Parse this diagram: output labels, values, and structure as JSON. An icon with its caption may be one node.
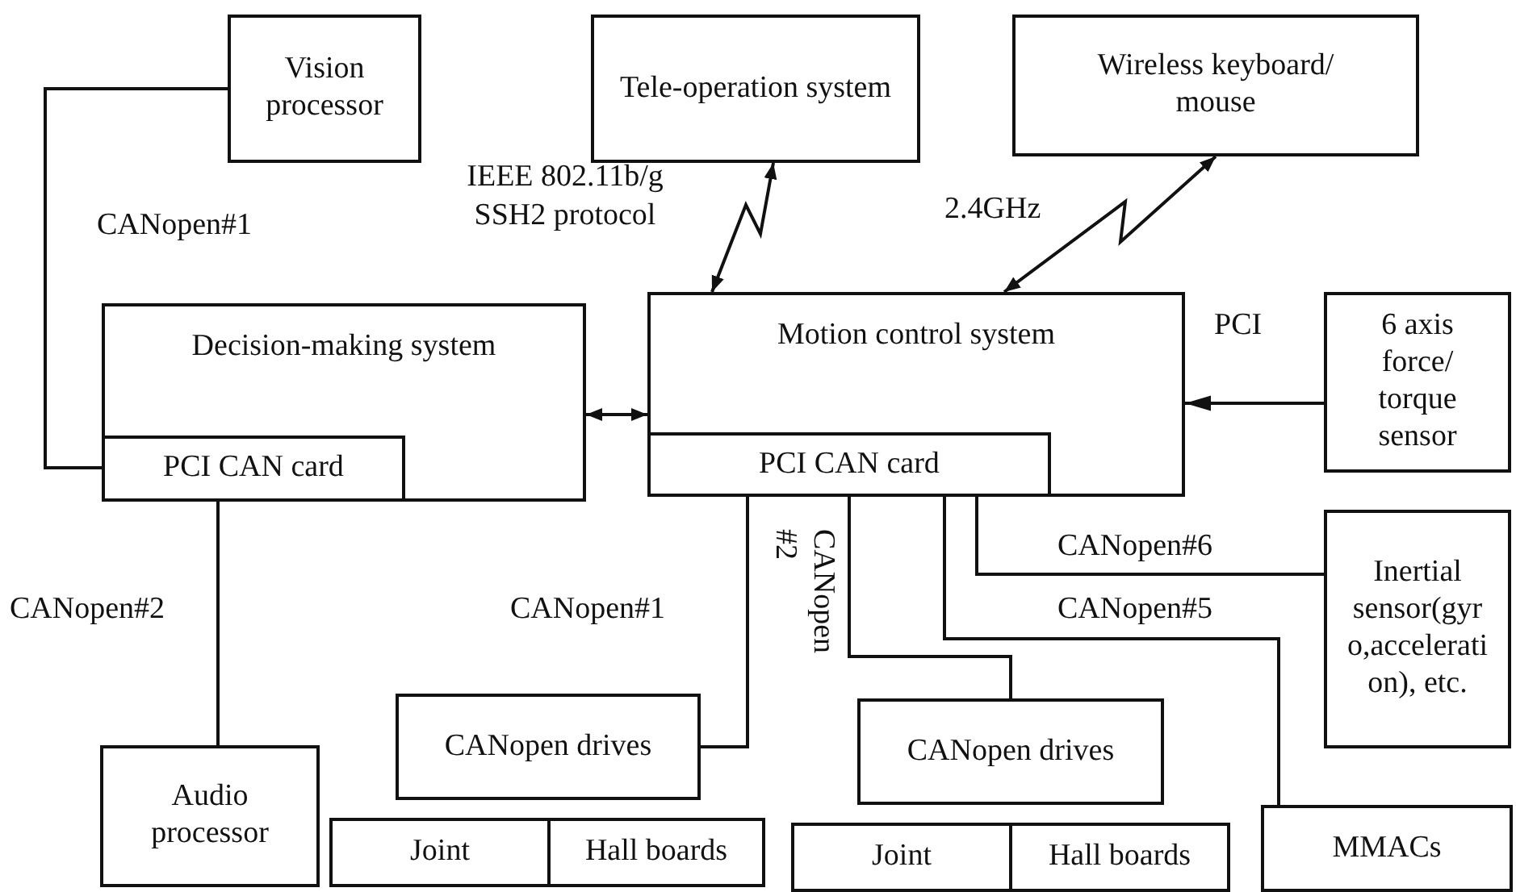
{
  "diagram": {
    "nodes": [
      {
        "text": [
          "Vision processor"
        ]
      },
      {
        "text": [
          "Tele-operation system"
        ]
      },
      {
        "text": [
          "Wireless keyboard/ mouse"
        ]
      },
      {
        "text": [
          "Decision-making system"
        ]
      },
      {
        "text": [
          "PCI CAN card"
        ],
        "in": 3
      },
      {
        "text": [
          "Motion control system"
        ]
      },
      {
        "text": [
          "PCI CAN card"
        ],
        "in": 5
      },
      {
        "text": [
          "6 axis force/ torque sensor"
        ]
      },
      {
        "text": [
          "Inertial sensor(gyro,acceleration), etc."
        ]
      },
      {
        "text": [
          "Audio processor"
        ]
      },
      {
        "text": [
          "CANopen drives"
        ]
      },
      {
        "text": [
          "Joint"
        ]
      },
      {
        "text": [
          "Hall boards"
        ]
      },
      {
        "text": [
          "CANopen drives"
        ]
      },
      {
        "text": [
          "Joint"
        ]
      },
      {
        "text": [
          "Hall boards"
        ]
      },
      {
        "text": [
          "MMACs"
        ]
      }
    ],
    "edges": [
      {
        "from": 0,
        "to": 4,
        "arrow": "none",
        "label": "CANopen#1"
      },
      {
        "from": 5,
        "to": 1,
        "arrow": "both",
        "label": "IEEE 802.11b/g SSH2 protocol"
      },
      {
        "from": 5,
        "to": 2,
        "arrow": "both",
        "label": "2.4GHz"
      },
      {
        "from": 3,
        "to": 5,
        "arrow": "both"
      },
      {
        "from": 7,
        "to": 5,
        "arrow": "to",
        "label": "PCI"
      },
      {
        "from": 4,
        "to": 9,
        "arrow": "none",
        "label": "CANopen#2"
      },
      {
        "from": 6,
        "to": 10,
        "arrow": "none",
        "label": "CANopen#1"
      },
      {
        "from": 6,
        "to": 13,
        "arrow": "none",
        "label": "CANopen #2"
      },
      {
        "from": 6,
        "to": 16,
        "arrow": "none",
        "label": "CANopen#5"
      },
      {
        "from": 6,
        "to": 8,
        "arrow": "none",
        "label": "CANopen#6"
      }
    ]
  }
}
